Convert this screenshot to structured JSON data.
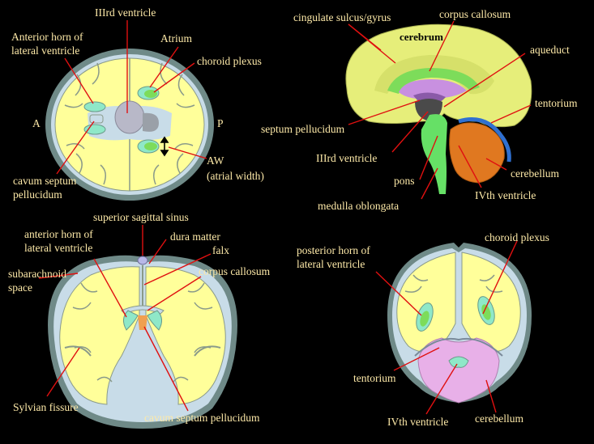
{
  "panels": {
    "axial": {
      "labels": {
        "third_ventricle": "IIIrd ventricle",
        "anterior_horn": [
          "Anterior horn of",
          "lateral ventricle"
        ],
        "atrium": "Atrium",
        "choroid_plexus": "choroid plexus",
        "a": "A",
        "p": "P",
        "cavum": [
          "cavum septum",
          "pellucidum"
        ],
        "aw": [
          "AW",
          "(atrial width)"
        ]
      }
    },
    "sagittal": {
      "labels": {
        "cingulate": "cingulate sulcus/gyrus",
        "corpus_callosum": "corpus callosum",
        "cerebrum": "cerebrum",
        "aqueduct": "aqueduct",
        "tentorium": "tentorium",
        "septum": "septum pellucidum",
        "third_ventricle": "IIIrd ventricle",
        "cerebellum": "cerebellum",
        "pons": "pons",
        "fourth_ventricle": "IVth ventricle",
        "medulla": "medulla oblongata"
      }
    },
    "coronal_anterior": {
      "labels": {
        "sss": "superior sagittal sinus",
        "anterior_horn": [
          "anterior horn of",
          "lateral ventricle"
        ],
        "dura": "dura matter",
        "falx": "falx",
        "subarachnoid": [
          "subarachnoid",
          "space"
        ],
        "corpus_callosum": "corpus callosum",
        "sylvian": "Sylvian fissure",
        "cavum": "cavum septum pellucidum"
      }
    },
    "coronal_posterior": {
      "labels": {
        "posterior_horn": [
          "posterior horn of",
          "lateral ventricle"
        ],
        "choroid_plexus": "choroid plexus",
        "tentorium": "tentorium",
        "fourth_ventricle": "IVth ventricle",
        "cerebellum": "cerebellum"
      }
    }
  },
  "colors": {
    "background": "#000000",
    "brain": "#ffff9a",
    "csf": "#c8dce8",
    "skull": "#6f8a88",
    "ventricle": "#8fe8c8",
    "choroid": "#7ddc5a",
    "cavum": "#f0a050",
    "third_ventricle": "#b8b8c8",
    "corpus_callosum": "#c890e0",
    "brainstem": "#66e066",
    "cerebellum": "#e07820",
    "tentorium": "#3070d0",
    "cerebellum_post": "#e8b0e8",
    "leader": "#e01010",
    "label_text": "#fde9a8"
  }
}
